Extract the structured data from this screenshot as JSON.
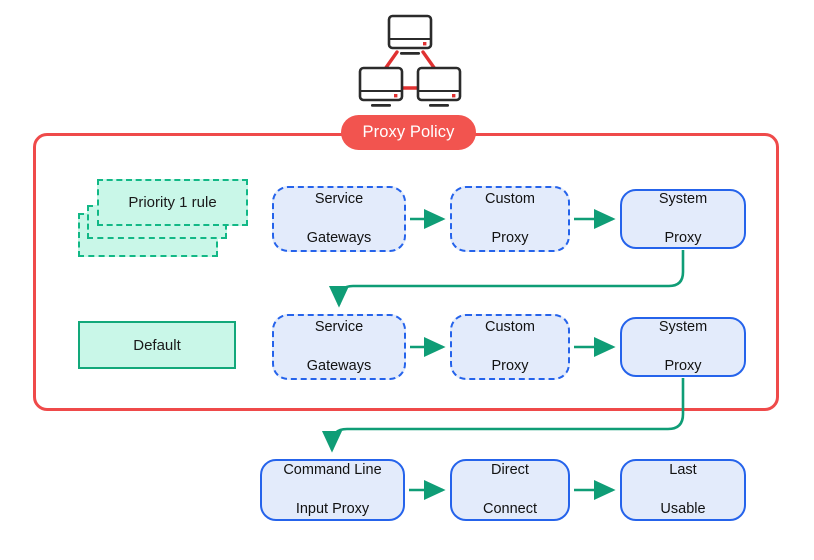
{
  "diagram": {
    "title": "Proxy Policy",
    "icon_name": "networked-monitors-icon",
    "colors": {
      "frame_red": "#ef4a4a",
      "pill_red": "#f2544f",
      "node_border_blue": "#2563eb",
      "node_fill_blue": "#e3ebfb",
      "rule_fill_mint": "#c9f7e8",
      "rule_border_green": "#12b886",
      "arrow_green": "#0f9d76",
      "monitor_dark": "#2b2b2b",
      "monitor_accent_red": "#e03131"
    }
  },
  "rules": {
    "priority_label": "Priority 1 rule",
    "default_label": "Default"
  },
  "rows": {
    "priority": {
      "nodes": [
        {
          "label": "Service\nGateways",
          "line1": "Service",
          "line2": "Gateways",
          "style": "dashed"
        },
        {
          "label": "Custom Proxy",
          "line1": "Custom",
          "line2": "Proxy",
          "style": "dashed"
        },
        {
          "label": "System Proxy",
          "line1": "System",
          "line2": "Proxy",
          "style": "solid"
        }
      ]
    },
    "default": {
      "nodes": [
        {
          "label": "Service Gateways",
          "line1": "Service",
          "line2": "Gateways",
          "style": "dashed"
        },
        {
          "label": "Custom Proxy",
          "line1": "Custom",
          "line2": "Proxy",
          "style": "dashed"
        },
        {
          "label": "System Proxy",
          "line1": "System",
          "line2": "Proxy",
          "style": "solid"
        }
      ]
    },
    "fallback": {
      "nodes": [
        {
          "label": "Command Line Input Proxy",
          "line1": "Command Line",
          "line2": "Input Proxy",
          "style": "solid"
        },
        {
          "label": "Direct Connect",
          "line1": "Direct",
          "line2": "Connect",
          "style": "solid"
        },
        {
          "label": "Last Usable",
          "line1": "Last",
          "line2": "Usable",
          "style": "solid"
        }
      ]
    }
  },
  "connectors": [
    {
      "name": "sg1-to-cp1",
      "kind": "straight-arrow"
    },
    {
      "name": "cp1-to-sp1",
      "kind": "straight-arrow"
    },
    {
      "name": "sp1-to-sg2",
      "kind": "curved-arrow"
    },
    {
      "name": "sg2-to-cp2",
      "kind": "straight-arrow"
    },
    {
      "name": "cp2-to-sp2",
      "kind": "straight-arrow"
    },
    {
      "name": "sp2-to-cli",
      "kind": "curved-arrow"
    },
    {
      "name": "cli-to-dc",
      "kind": "straight-arrow"
    },
    {
      "name": "dc-to-lu",
      "kind": "straight-arrow"
    }
  ]
}
